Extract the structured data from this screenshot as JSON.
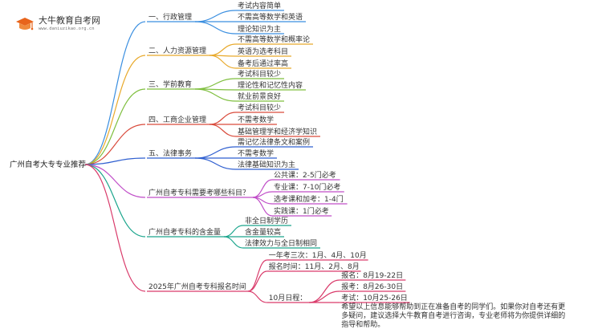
{
  "brand": {
    "name": "大牛教育自考网",
    "url": "www.daniuzikao.org.cn",
    "logo_icon": "graduation-cap-icon"
  },
  "root": "广州自考大专专业推荐",
  "colors": [
    "#3b8fe0",
    "#e8a92b",
    "#7fbf3f",
    "#d94a3b",
    "#2f5fd0",
    "#c04ec8",
    "#1aa58c",
    "#d93a6a"
  ],
  "branches": [
    {
      "label": "一、行政管理",
      "children": [
        {
          "label": "考试内容简单"
        },
        {
          "label": "不需高等数学和英语"
        },
        {
          "label": "理论知识为主"
        }
      ]
    },
    {
      "label": "二、人力资源管理",
      "children": [
        {
          "label": "不需高等数学和概率论"
        },
        {
          "label": "英语为选考科目"
        },
        {
          "label": "备考后通过率高"
        }
      ]
    },
    {
      "label": "三、学前教育",
      "children": [
        {
          "label": "考试科目较少"
        },
        {
          "label": "理论性和记忆性内容"
        },
        {
          "label": "就业前景良好"
        }
      ]
    },
    {
      "label": "四、工商企业管理",
      "children": [
        {
          "label": "考试科目较少"
        },
        {
          "label": "不需考数学"
        },
        {
          "label": "基础管理学和经济学知识"
        }
      ]
    },
    {
      "label": "五、法律事务",
      "children": [
        {
          "label": "需记忆法律条文和案例"
        },
        {
          "label": "不需考数学"
        },
        {
          "label": "法律基础知识为主"
        }
      ]
    },
    {
      "label": "广州自考专科需要考哪些科目？",
      "children": [
        {
          "label": "公共课：2-5门必考"
        },
        {
          "label": "专业课：7-10门必考"
        },
        {
          "label": "选考课和加考：1-4门"
        },
        {
          "label": "实践课：1门必考"
        }
      ]
    },
    {
      "label": "广州自考专科的含金量",
      "children": [
        {
          "label": "非全日制学历"
        },
        {
          "label": "含金量较高"
        },
        {
          "label": "法律效力与全日制相同"
        }
      ]
    },
    {
      "label": "2025年广州自考专科报名时间",
      "children": [
        {
          "label": "一年考三次：1月、4月、10月"
        },
        {
          "label": "报名时间：11月、2月、8月"
        },
        {
          "label": "10月日程：",
          "children": [
            {
              "label": "报名：8月19-22日"
            },
            {
              "label": "报考：8月26-30日"
            },
            {
              "label": "考试：10月25-26日",
              "note": [
                "希望以上信息能够帮助到正在准备自考的同学们。如果你对自考还有更",
                "多疑问，建议选择大牛教育自考进行咨询，专业老师将为你提供详细的",
                "指导和帮助。"
              ]
            }
          ]
        }
      ]
    }
  ]
}
